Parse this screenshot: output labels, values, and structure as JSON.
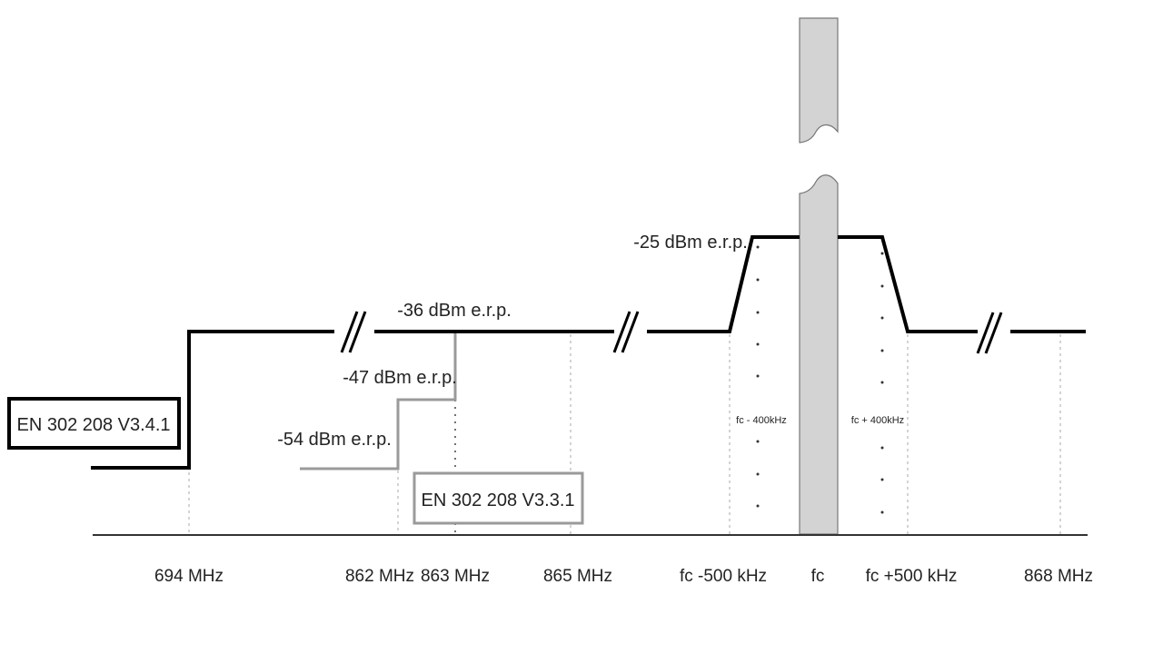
{
  "diagram": {
    "type": "spectrum-mask",
    "boxes": {
      "new_version": "EN 302 208 V3.4.1",
      "old_version": "EN 302 208 V3.3.1"
    },
    "levels": {
      "main": "-36 dBm e.r.p.",
      "old_mid": "-47 dBm e.r.p.",
      "old_low": "-54 dBm e.r.p.",
      "peak": "-25 dBm e.r.p."
    },
    "inner_labels": {
      "left": "fc - 400kHz",
      "right": "fc + 400kHz"
    },
    "x_axis": {
      "ticks": [
        "694 MHz",
        "862 MHz",
        "863 MHz",
        "865 MHz",
        "fc -500 kHz",
        "fc",
        "fc +500 kHz",
        "868 MHz"
      ]
    },
    "colors": {
      "new_mask": "#000000",
      "old_mask": "#9a9a9a",
      "carrier": "#d3d3d3",
      "axis": "#333333"
    }
  }
}
